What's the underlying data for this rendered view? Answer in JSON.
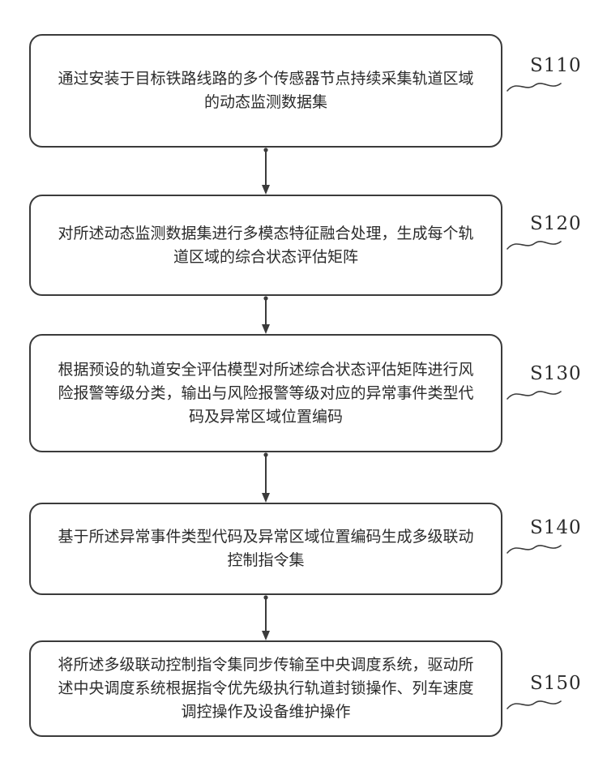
{
  "figure": {
    "type": "patent-flowchart",
    "colors": {
      "border": "#3b3b3b",
      "text": "#2b2b2b",
      "background": "#ffffff"
    },
    "flowchart": {
      "steps": [
        {
          "label": "S110",
          "text": "通过安装于目标铁路线路的多个传感器节点持续采集轨道区域的动态监测数据集"
        },
        {
          "label": "S120",
          "text": "对所述动态监测数据集进行多模态特征融合处理，生成每个轨道区域的综合状态评估矩阵"
        },
        {
          "label": "S130",
          "text": "根据预设的轨道安全评估模型对所述综合状态评估矩阵进行风险报警等级分类，输出与风险报警等级对应的异常事件类型代码及异常区域位置编码"
        },
        {
          "label": "S140",
          "text": "基于所述异常事件类型代码及异常区域位置编码生成多级联动控制指令集"
        },
        {
          "label": "S150",
          "text": "将所述多级联动控制指令集同步传输至中央调度系统，驱动所述中央调度系统根据指令优先级执行轨道封锁操作、列车速度调控操作及设备维护操作"
        }
      ]
    }
  }
}
